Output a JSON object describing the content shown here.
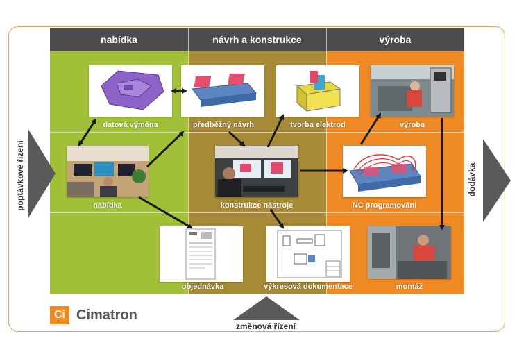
{
  "columns": {
    "offer": "nabídka",
    "design": "návrh a konstrukce",
    "production": "výroba"
  },
  "left_label": "poptávkové řízení",
  "right_label": "dodávka",
  "bottom_label": "změnová řízení",
  "brand": {
    "icon_text": "Ci",
    "name": "Cimatron",
    "accent": "#f18a1f"
  },
  "nodes": {
    "data_exchange": "datová výměna",
    "prelim_design": "předběžný návrh",
    "electrodes": "tvorba elektrod",
    "production": "výroba",
    "offer": "nabídka",
    "tool_design": "konstrukce nástroje",
    "nc_programming": "NC programování",
    "order": "objednávka",
    "drawings": "výkresová dokumentace",
    "assembly": "montáž"
  },
  "colors": {
    "green": "#a2c037",
    "brown": "#a78a35",
    "orange": "#ef8a25",
    "header": "#4c4c4c",
    "frame": "#e8a15a"
  }
}
